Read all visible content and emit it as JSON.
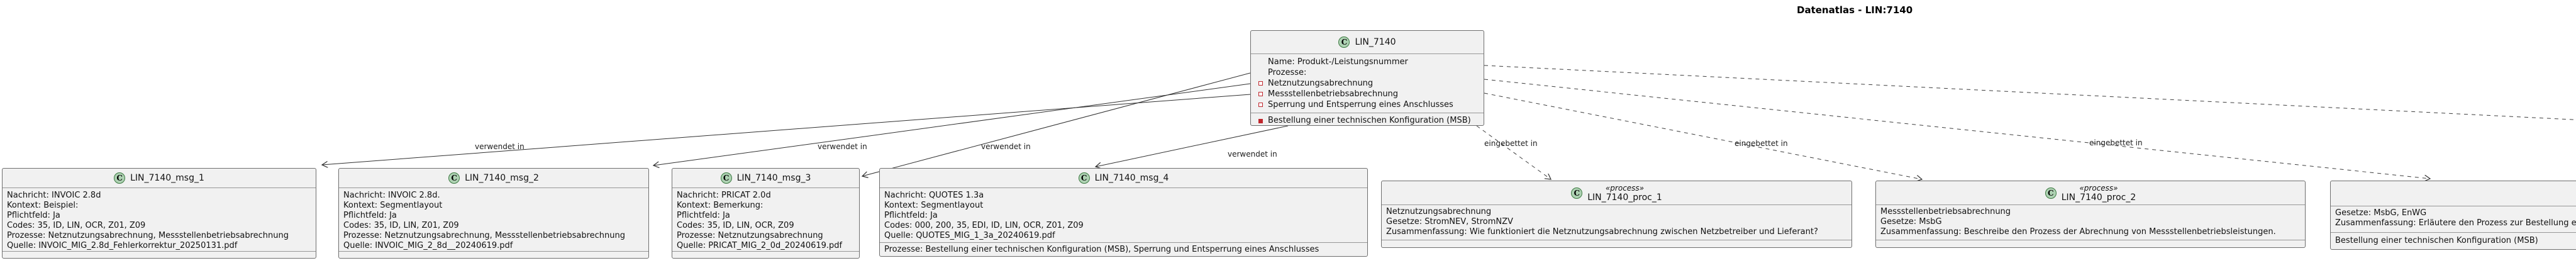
{
  "page_title": "Datenatlas - LIN:7140",
  "colors": {
    "class_fill": "#f1f1f1",
    "class_border": "#6e6e6e",
    "circle_fill": "#add1b2",
    "circle_border": "#3d7a42",
    "attribute_icon_red": "#c0272d"
  },
  "badge_letter": "C",
  "edge_labels": {
    "verwendet": "verwendet in",
    "eingebettet": "eingebettet in"
  },
  "central": {
    "name": "LIN_7140",
    "plain_lines": [
      "Name: Produkt-/Leistungsnummer",
      "Prozesse:"
    ],
    "fields": [
      "Netznutzungsabrechnung",
      "Messstellenbetriebsabrechnung",
      "Sperrung und Entsperrung eines Anschlusses"
    ],
    "method": "Bestellung einer technischen Konfiguration (MSB)"
  },
  "msg": [
    {
      "name": "LIN_7140_msg_1",
      "rows": [
        "Nachricht: INVOIC 2.8d",
        "Kontext: Beispiel:",
        "Pflichtfeld: Ja",
        "Codes: 35, ID, LIN, OCR, Z01, Z09",
        "Prozesse: Netznutzungsabrechnung, Messstellenbetriebsabrechnung",
        "Quelle: INVOIC_MIG_2.8d_Fehlerkorrektur_20250131.pdf"
      ],
      "footer": ""
    },
    {
      "name": "LIN_7140_msg_2",
      "rows": [
        "Nachricht: INVOIC 2.8d.",
        "Kontext: Segmentlayout",
        "Pflichtfeld: Ja",
        "Codes: 35, ID, LIN, Z01, Z09",
        "Prozesse: Netznutzungsabrechnung, Messstellenbetriebsabrechnung",
        "Quelle: INVOIC_MIG_2_8d__20240619.pdf"
      ],
      "footer": ""
    },
    {
      "name": "LIN_7140_msg_3",
      "rows": [
        "Nachricht: PRICAT 2.0d",
        "Kontext: Bemerkung:",
        "Pflichtfeld: Ja",
        "Codes: 35, ID, LIN, OCR, Z09",
        "Prozesse: Netznutzungsabrechnung",
        "Quelle: PRICAT_MIG_2_0d_20240619.pdf"
      ],
      "footer": ""
    },
    {
      "name": "LIN_7140_msg_4",
      "rows": [
        "Nachricht: QUOTES 1.3a",
        "Kontext: Segmentlayout",
        "Pflichtfeld: Ja",
        "Codes: 000, 200, 35, EDI, ID, LIN, OCR, Z01, Z09",
        "Quelle: QUOTES_MIG_1_3a_20240619.pdf"
      ],
      "footer": "Prozesse: Bestellung einer technischen Konfiguration (MSB), Sperrung und Entsperrung eines Anschlusses"
    }
  ],
  "proc": [
    {
      "stereotype": "«process»",
      "name": "LIN_7140_proc_1",
      "rows": [
        "Netznutzungsabrechnung",
        "Gesetze: StromNEV, StromNZV",
        "Zusammenfassung: Wie funktioniert die Netznutzungsabrechnung zwischen Netzbetreiber und Lieferant?"
      ],
      "footer": ""
    },
    {
      "stereotype": "«process»",
      "name": "LIN_7140_proc_2",
      "rows": [
        "Messstellenbetriebsabrechnung",
        "Gesetze: MsbG",
        "Zusammenfassung: Beschreibe den Prozess der Abrechnung von Messstellenbetriebsleistungen."
      ],
      "footer": ""
    },
    {
      "stereotype": "",
      "name": "",
      "rows": [
        "Gesetze: MsbG, EnWG",
        "Zusammenfassung: Erläutere den Prozess zur Bestellung einer technischen Konfiguration"
      ],
      "footer": "Bestellung einer technischen Konfiguration (MSB)"
    }
  ]
}
